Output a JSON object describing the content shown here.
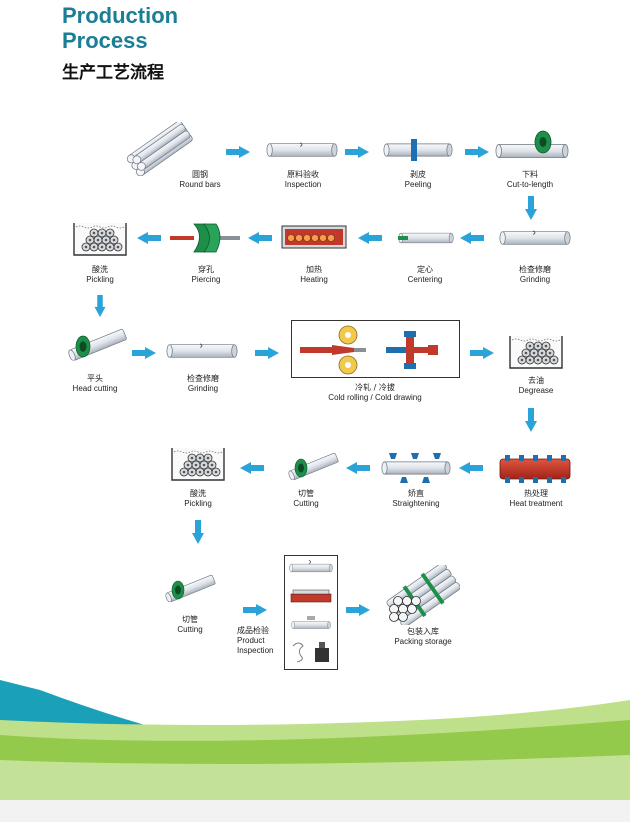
{
  "header": {
    "title_line1": "Production",
    "title_line2": "Process",
    "title_zh": "生产工艺流程"
  },
  "steps": {
    "round_bars": {
      "zh": "圆钢",
      "en": "Round bars"
    },
    "inspection": {
      "zh": "原料验收",
      "en": "Inspection"
    },
    "peeling": {
      "zh": "剥皮",
      "en": "Peeling"
    },
    "cut_to_length": {
      "zh": "下料",
      "en": "Cut-to-length"
    },
    "grinding_1": {
      "zh": "检查修磨",
      "en": "Grinding"
    },
    "centering": {
      "zh": "定心",
      "en": "Centering"
    },
    "heating": {
      "zh": "加热",
      "en": "Heating"
    },
    "piercing": {
      "zh": "穿孔",
      "en": "Piercing"
    },
    "pickling_1": {
      "zh": "酸洗",
      "en": "Pickling"
    },
    "head_cutting": {
      "zh": "平头",
      "en": "Head cutting"
    },
    "grinding_2": {
      "zh": "检查修磨",
      "en": "Grinding"
    },
    "cold_rolling": {
      "zh": "冷轧 / 冷拔",
      "en": "Cold rolling / Cold drawing"
    },
    "degrease": {
      "zh": "去油",
      "en": "Degrease"
    },
    "heat_treatment": {
      "zh": "热处理",
      "en": "Heat treatment"
    },
    "straightening": {
      "zh": "矫直",
      "en": "Straightening"
    },
    "cutting_1": {
      "zh": "切管",
      "en": "Cutting"
    },
    "pickling_2": {
      "zh": "酸洗",
      "en": "Pickling"
    },
    "cutting_2": {
      "zh": "切管",
      "en": "Cutting"
    },
    "product_inspection": {
      "zh": "成品检验",
      "en1": "Product",
      "en2": "Inspection"
    },
    "packing_storage": {
      "zh": "包装入库",
      "en": "Packing storage"
    }
  },
  "colors": {
    "title": "#1a7f96",
    "arrow": "#2aa3d8",
    "pipe": "#e4e8ee",
    "heat_red": "#c0392b",
    "ring_green": "#1d8f4a",
    "footer_teal": "#1aa0b8",
    "footer_green": "#8cc63f"
  }
}
